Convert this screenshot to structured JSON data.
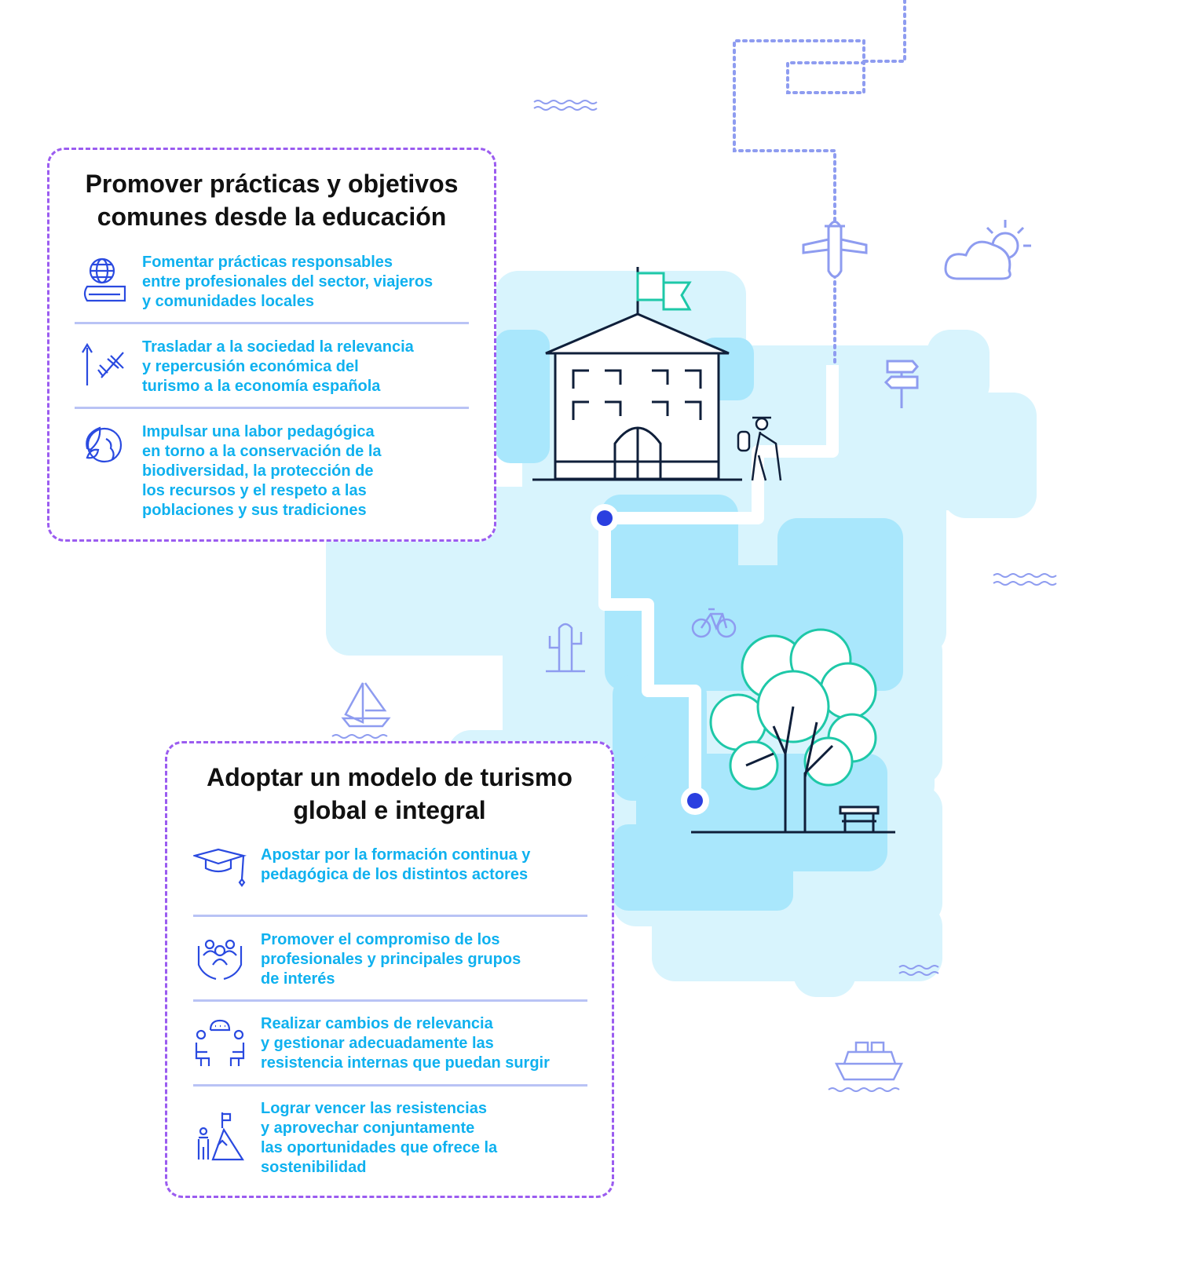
{
  "colors": {
    "accent_text": "#0fb1ef",
    "border": "#9b5cf0",
    "icon": "#2a4ae0",
    "map_light": "#d8f4fd",
    "map_dark": "#a9e7fc",
    "divider": "#b9c3f5",
    "path_dot": "#2a3fe0",
    "teal": "#1ec8a8"
  },
  "box1": {
    "title_lines": [
      "Promover prácticas y objetivos",
      "comunes desde la educación"
    ],
    "items": [
      {
        "icon": "globe-book-icon",
        "lines": [
          "Fomentar prácticas responsables",
          "entre profesionales del sector, viajeros",
          "y comunidades locales"
        ]
      },
      {
        "icon": "arrow-up-plane-icon",
        "lines": [
          "Trasladar a la sociedad la relevancia",
          "y repercusión económica del",
          "turismo a la economía española"
        ]
      },
      {
        "icon": "leaf-globe-icon",
        "lines": [
          "Impulsar una labor pedagógica",
          "en torno a la conservación de la",
          "biodiversidad, la protección de",
          "los recursos y el respeto a las",
          "poblaciones y sus tradiciones"
        ]
      }
    ]
  },
  "box2": {
    "title_lines": [
      "Adoptar un modelo de turismo",
      "global e integral"
    ],
    "items": [
      {
        "icon": "graduation-cap-icon",
        "lines": [
          "Apostar por la formación continua y",
          "pedagógica de los distintos actores"
        ]
      },
      {
        "icon": "hands-group-icon",
        "lines": [
          "Promover el compromiso de los",
          "profesionales y principales grupos",
          "de interés"
        ]
      },
      {
        "icon": "meeting-icon",
        "lines": [
          "Realizar cambios de relevancia",
          "y gestionar adecuadamente las",
          "resistencia internas que puedan surgir"
        ]
      },
      {
        "icon": "mountain-flag-icon",
        "lines": [
          "Lograr vencer las resistencias",
          "y aprovechar conjuntamente",
          "las oportunidades que ofrece la",
          "sostenibilidad"
        ]
      }
    ]
  }
}
